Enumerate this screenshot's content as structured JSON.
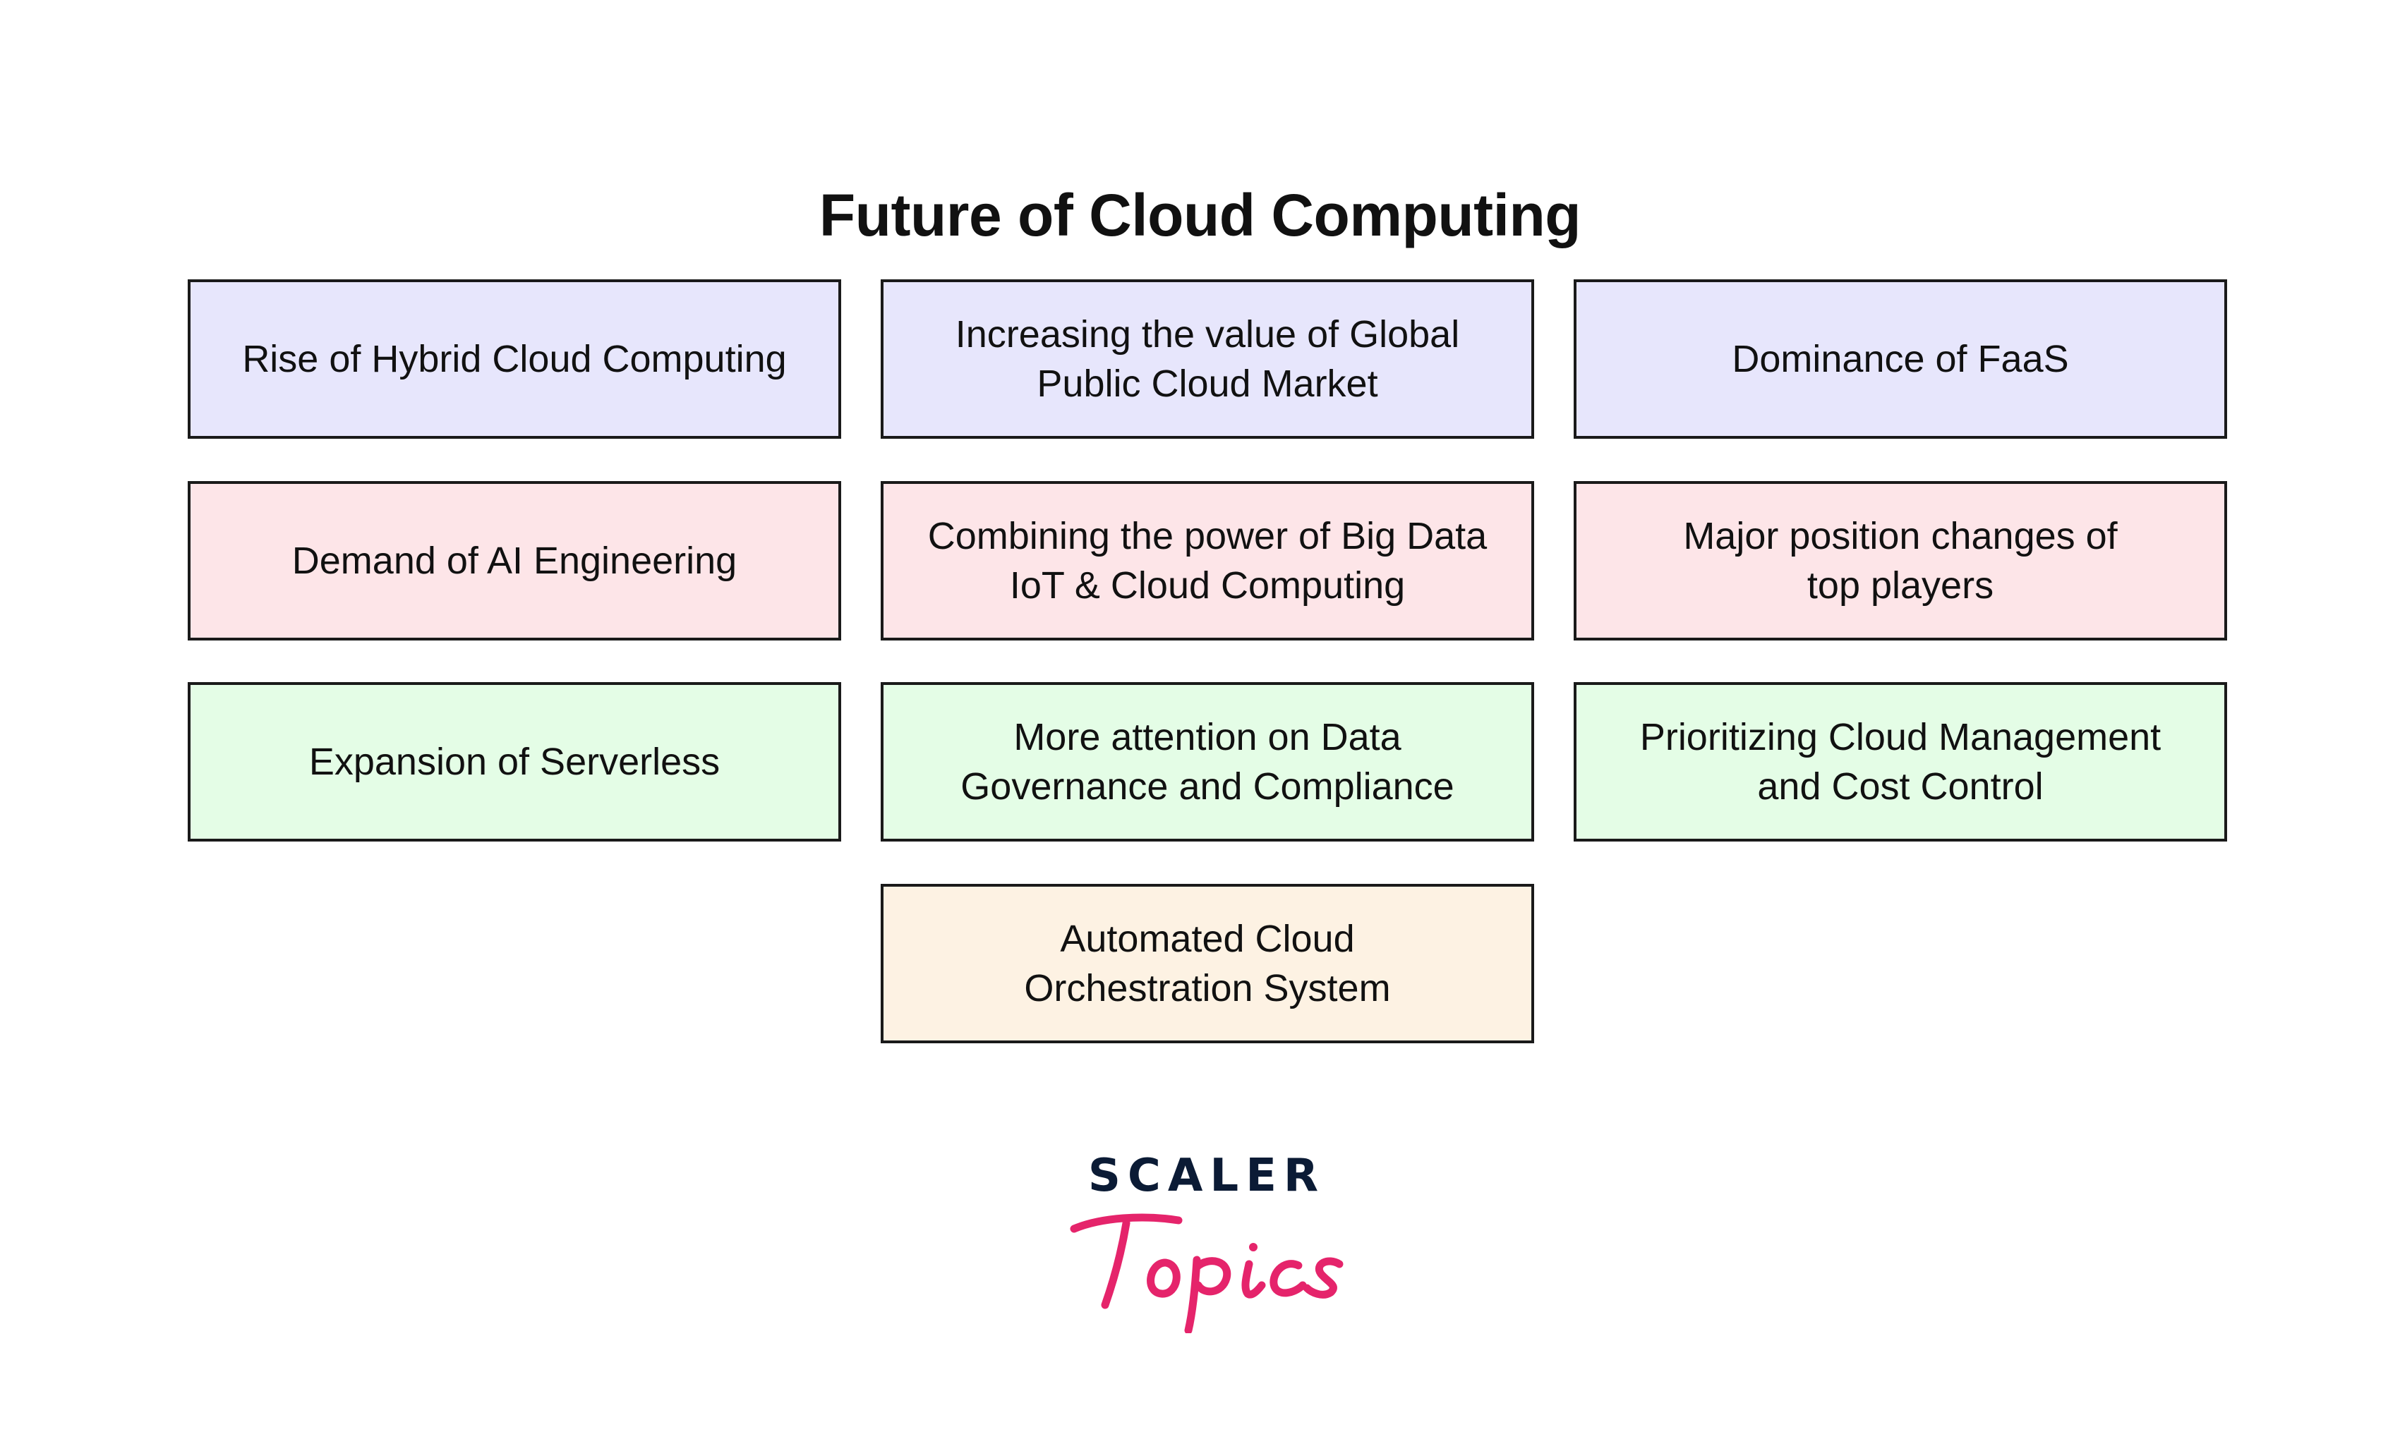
{
  "title": "Future of Cloud Computing",
  "colors": {
    "row1": "#e7e6fc",
    "row2": "#fde5e8",
    "row3": "#e4fde6",
    "row4": "#fdf2e3",
    "border": "#1a1a1a",
    "logo_dark": "#0b1b35",
    "logo_pink": "#e5246b"
  },
  "boxes": [
    {
      "lines": [
        "Rise of Hybrid Cloud Computing"
      ]
    },
    {
      "lines": [
        "Increasing the value of Global",
        "Public Cloud Market"
      ]
    },
    {
      "lines": [
        "Dominance of FaaS"
      ]
    },
    {
      "lines": [
        "Demand of AI Engineering"
      ]
    },
    {
      "lines": [
        "Combining the power of Big Data",
        "IoT & Cloud Computing"
      ]
    },
    {
      "lines": [
        "Major position changes of",
        "top players"
      ]
    },
    {
      "lines": [
        "Expansion of Serverless"
      ]
    },
    {
      "lines": [
        "More attention on Data",
        "Governance and Compliance"
      ]
    },
    {
      "lines": [
        "Prioritizing Cloud Management",
        "and Cost Control"
      ]
    },
    {
      "lines": [
        "Automated Cloud",
        "Orchestration System"
      ]
    }
  ],
  "logo": {
    "brand": "SCALER",
    "sub": "Topics"
  }
}
